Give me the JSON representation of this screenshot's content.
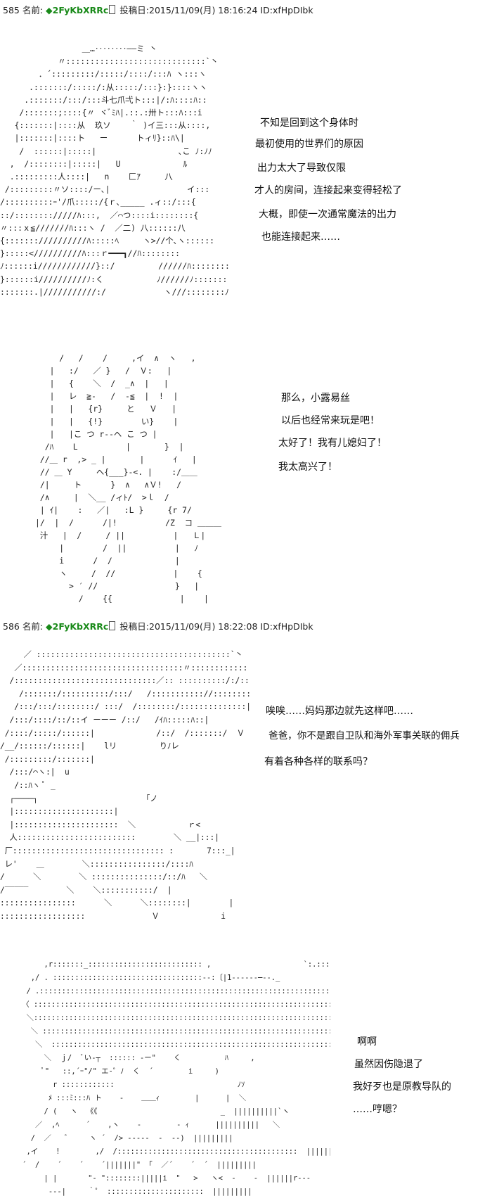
{
  "posts": [
    {
      "number": "585",
      "name_label": "名前:",
      "diamond": "◆",
      "trip": "2FyKbXRRc",
      "posted_label": "投稿日:",
      "date": "2015/11/09(月) 18:16:24",
      "id": "ID:xfHpDIbk"
    },
    {
      "number": "586",
      "name_label": "名前:",
      "diamond": "◆",
      "trip": "2FyKbXRRc",
      "posted_label": "投稿日:",
      "date": "2015/11/09(月) 18:22:08",
      "id": "ID:xfHpDIbk"
    }
  ],
  "dialogue_1": [
    "不知是回到这个身体时",
    "最初使用的世界们的原因",
    "出力太大了导致仅限",
    "才人的房间，连接起来变得轻松了",
    "大概，即使一次通常魔法的出力",
    "也能连接起来……"
  ],
  "dialogue_2": [
    "那么，小露易丝",
    "以后也经常来玩是吧！",
    "太好了！我有儿媳妇了！",
    "我太高兴了！"
  ],
  "dialogue_3": [
    "唉唉……妈妈那边就先这样吧……",
    "爸爸，你不是跟自卫队和海外军事关联的佣兵",
    "有着各种各样的联系吗？"
  ],
  "dialogue_4": [
    "啊啊",
    "虽然因伤隐退了",
    "我好歹也是原教导队的",
    "……哼嗯？"
  ],
  "art": {
    "a1": "                 ＿…‥‥‥‥――ミ 丶\n            〃:::::::::::::::::::::::::::::`丶\n        ．´:::::::::/:::::/::::/:::ﾊ ヽ:::ヽ\n      .:::::::/:::::/:从:::::/:::}:}::::ヽヽ\n     .:::::::/:::/:::斗七爪弌ト:::|/:ﾊ::::ﾊ::\n    /:::::::;::::{〃 ヾﾞﾐﾊ|.::.:卅ト:::ﾊ:::i\n   {:::::::|::::从  玖ソ    ｀ )イ三:::从::::,\n   |:::::::|::::ト   ー      トィﾘ}::ﾊ\\|\n    /  ::::::|:::::|                 ､こ ﾉ:ﾉﾉ\n  ,  /::::::::|:::::|   U             ﾙ\n  .:::::::::人::::|   n    匚ｱ     八\n /:::::::::〃ソ::::/ー､|                イ:::\n/::::::::::ｰ'/爪:::::/{ｒ､_____ .ィ::/:::{\n::/:::::::://///ﾊ:::,  ／⌒つ::::i::::::::{\n〃:::ｘ≦///////ﾊ:::ヽ /  ／二) 八::::::八\n{::::::://////////ﾊ:::::ﾍ     ヽ>//个､ヽ::::::\n}:::::<//////////ﾊ:::ｒ━━━┓//ﾊ::::::::\nﾉ::::::i////////////}::/         //////ﾊ::::::::\n}::::::i//////////ﾉ:く           ﾉ//////ﾉ:::::::\n:::::::.|///////////:/            ヽ///::::::::ﾉ",
    "a2": "     /   /    /     ,イ  ∧  ヽ   ,\n   |   :/   ／ }   /  Ｖ:   |\n   |   {    ＼  /  _∧  |   |\n   |   レ  ≧-   /  -≦  |  !  |\n   |   |   {r}     と   Ｖ   |\n   |   |   {!}        い}    |\n   |   |こ つ r‐‐ヘ こ つ |\n  /ﾊ    L          |       }  |\n //＿ r  ,> _ |       |      ｲ   |\n // ＿ Y     ヘ{___}-<. |    :/＿＿\n /|     ト      }  ∧   ∧Ｖ!   /\n /∧     |  ＼__ /ィﾄ/  >ｌ  /\n | ｲ|    :   ／|   :L }     {r 7/\n|/  |  /      /|!          /Z  コ ＿＿＿\n 汁   |  /     / ||          |   Ｌ|\n     |        /  ||          |   ﾉ\n     i      /  /             |\n     ヽ     /  //            |    {\n       > ′ //                }   |\n         /    {{              |    |",
    "a3": "     ／ :::::::::::::::::::::::::::::::::::::::::`丶\n   ／::::::::::::::::::::::::::::::::::〃::::::::::::::ヽ\n  /::::::::::::::::::::::::::::::／:: ::::::::::/:/:::::::::ﾄ|\n    /:::::::/::::::::::/:::/   /::::::::::://::::::::::::|!\n   /:::/:::/::::::::/ :::/  /::::::::/::::::::::::::|\n  /:::/::::/::/::イ ーーー /::/   /ｲﾊ:::::ﾊ::|\n /::::/:::::/::::::|             /::/  /:::::::/  Ｖ\n/__/::::::/::::::|    lリ         りﾉレ\n /:::::::::/:::::::|\n  /:::/⌒ヽ:|  u\n   /::ﾊヽ ﾟ _\n  ┌────┐                      「ノ\n  |:::::::::::::::::::::|\n  |::::::::::::::::::::::  ＼           ｒ<\n  人:::::::::::::::::::::::::        ＼ __|:::|\n 厂:::::::::::::::::::::::::::::::: :       7:::_|\n レ'    ＿        ＼::::::::::::::::/::::ﾊ\n/      ＼        ＼ :::::::::::::::/::/ﾊ   ＼\n/‾‾‾‾‾        ＼    ＼:::::::::::/  |\n::::::::::::::::      ＼      ＼::::::::|        |\n::::::::::::::::::              Ｖ             i",
    "a4": "          ,r:::::::_:::::::::::::::::::::::::: ,                     `:.::::ヽ\n       ,/ . ::::::::::::::::::::::::::::::::::--:〔|1‐‐‐‐‐‐─‐-._\n      / .:::::::::::::::::::::::::::::::::::::::::::::::::::::::::::::::::::::/\n     〈 :::::::::::::::::::::::::::::::::::::::::::::::::::::::::::::::::::::::::::::\n      ＼::::::::::::::::::::::::::::::::::::::::::::::::::::::::::::::::::::::::::::人\n       ＼ :::::::::::::::::::::::::::::::::::::::::::::::::::::::::::::::::::::::ﾍ:::::\n        ＼  :::::::::::::::::::::::::::::::::::::::::::::::::::::::::::::::::::::::\n          ＼  ｊ/  ﾞい‐┬  :::::: ‐ー\"    く          ﾊ     ,\n          ﾟ\"   ::,´ｰ\"/\" エ‐゜ﾉ  く  ´        i     )\n            r ::::::::::::                            ﾉｿ\n           ﾒ :::ﾐ:::ﾊ ト    ‐    ＿＿ｨ        |      |  ＼\n          / (   ヽ  《《                            _  ||||||||||`ヽ\n        ／  ,ﾍ      ´    ,ヽ    -        ‐ ｨ      ||||||||||   ＼\n       /  ／   ゛    ヽ ´  /> -----  ‐  ‐‐)  |||||||||\n      ,イ    !        ,/  /:::::::::::::::::::::::::::::::::::::::::  |||||||||\n     ´  /    ´    ´    ´|||||||\" 「  ／´    ´  ´  |||||||||\n          | |       \"‐ \"::::::::|||||i  \"   >   ヽ<  -    ‐  ||||||r‐‐‐\n           ‐‐‐|     ｀゜ ::::::::::::::::::::::  |||||||||"
  }
}
